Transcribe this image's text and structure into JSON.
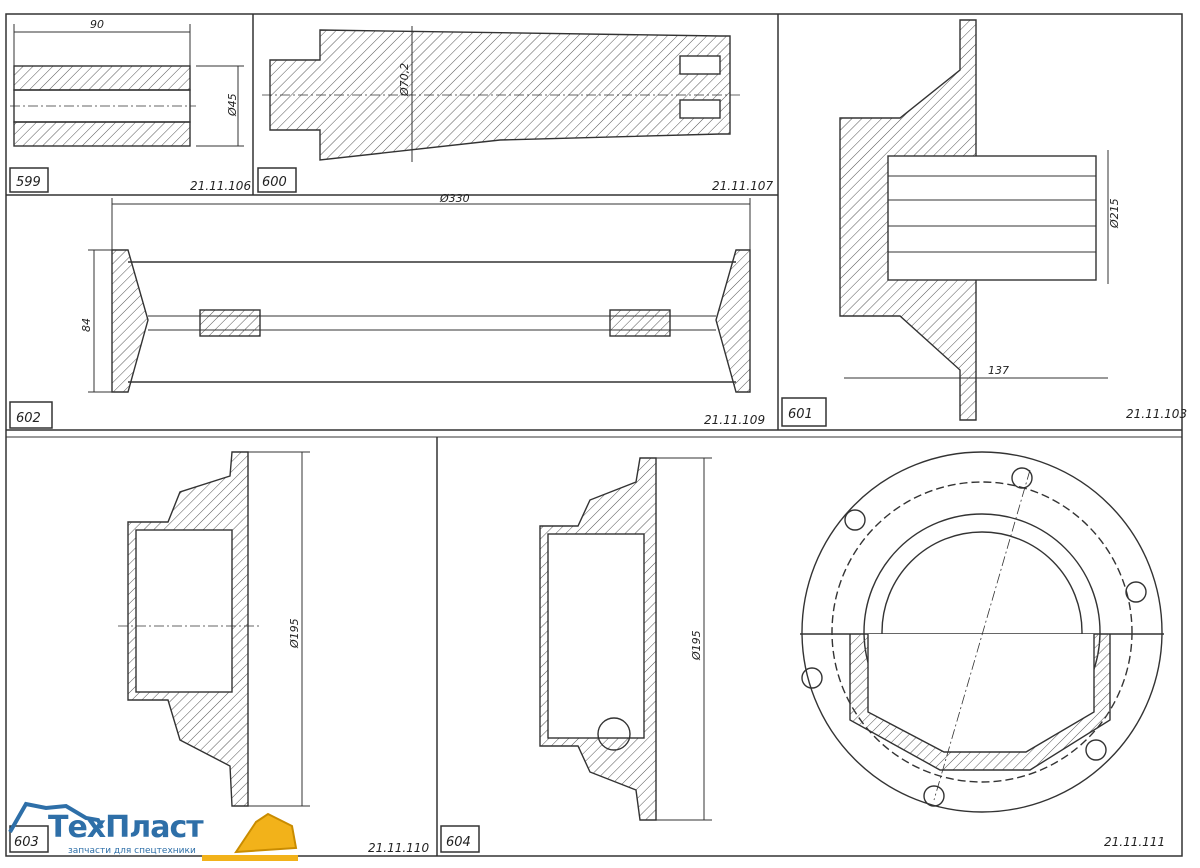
{
  "panels": [
    {
      "id": "p599",
      "number": "599",
      "code": "21.11.106",
      "dims": [
        "90",
        "Ø45"
      ]
    },
    {
      "id": "p600",
      "number": "600",
      "code": "21.11.107",
      "dims": [
        "Ø70,2"
      ]
    },
    {
      "id": "p601",
      "number": "601",
      "code": "21.11.103",
      "dims": [
        "Ø215",
        "137"
      ]
    },
    {
      "id": "p602",
      "number": "602",
      "code": "21.11.109",
      "dims": [
        "Ø330",
        "84"
      ]
    },
    {
      "id": "p603",
      "number": "603",
      "code": "21.11.110",
      "dims": [
        "Ø195"
      ]
    },
    {
      "id": "p604",
      "number": "604",
      "code": "21.11.111",
      "dims": [
        "Ø195"
      ]
    }
  ],
  "logo": {
    "brand": "ТехПласт",
    "tagline": "запчасти для спецтехники"
  },
  "colors": {
    "line": "#333333",
    "hatch": "#555555",
    "brand": "#2e6fa8",
    "accent": "#f2b21a"
  }
}
